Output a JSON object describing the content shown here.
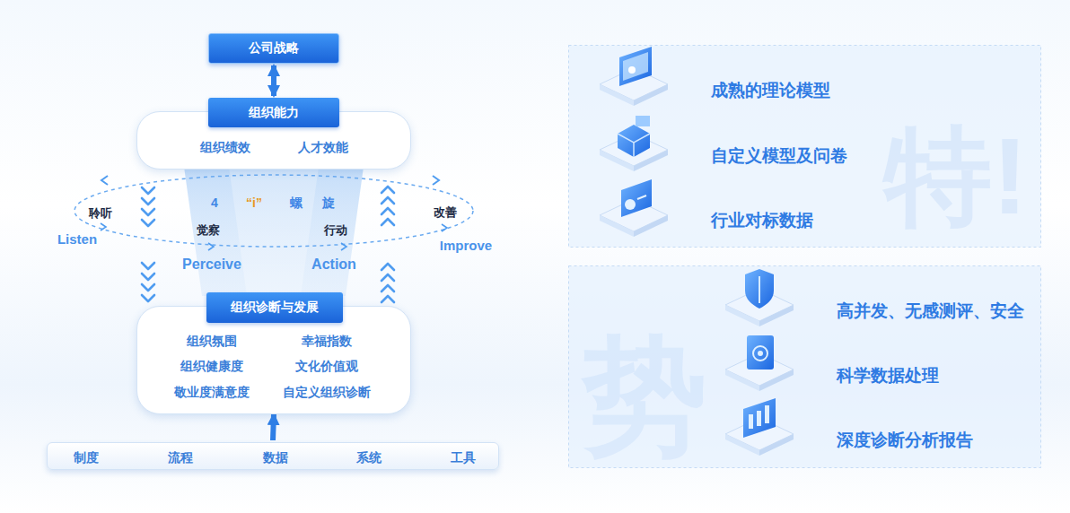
{
  "diagram": {
    "nodes": [
      {
        "text": [
          "公司战略"
        ]
      },
      {
        "text": [
          "组织能力",
          "组织绩效",
          "人才效能"
        ]
      },
      {
        "text": [
          "组织诊断与发展",
          "组织氛围",
          "幸福指数",
          "组织健康度",
          "文化价值观",
          "敬业度满意度",
          "自定义组织诊断"
        ]
      },
      {
        "text": [
          "制度",
          "流程",
          "数据",
          "系统",
          "工具"
        ]
      },
      {
        "text": [
          "成熟的理论模型",
          "自定义模型及问卷",
          "行业对标数据"
        ]
      },
      {
        "text": [
          "高并发、无感测评、安全",
          "科学数据处理",
          "深度诊断分析报告"
        ]
      }
    ],
    "edges": [
      {
        "from": 0,
        "to": 1,
        "arrow": "both"
      },
      {
        "from": 3,
        "to": 2,
        "arrow": "to"
      }
    ],
    "labels": [
      "4",
      "“i”",
      "螺",
      "旋",
      "聆听",
      "Listen",
      "觉察",
      "Perceive",
      "行动",
      "Action",
      "改善",
      "Improve",
      "特!",
      "势"
    ]
  }
}
